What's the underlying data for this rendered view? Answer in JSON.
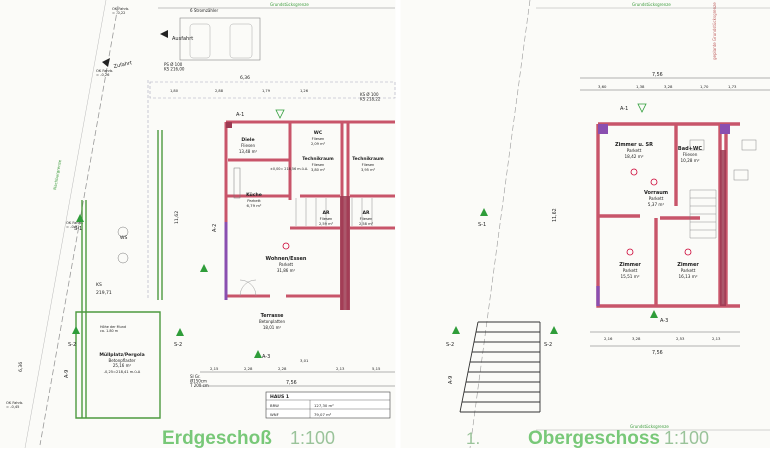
{
  "title_block": {
    "haus": "HAUS 1",
    "row1_label": "BRW",
    "row1_value": "127,30 m²",
    "row2_label": "WNF",
    "row2_value": "79,07 m²"
  },
  "ground_floor": {
    "heading": "Erdgeschoß",
    "scale": "1:100",
    "labels": {
      "stromzaehler": "6 Stromzähler",
      "ausfahrt": "Ausfahrt",
      "zufahrt": "Zufahrt",
      "grundstuecksgrenze": "Grundstücksgrenze",
      "ws": "WS",
      "ks1": "KS",
      "ks1_value": "219,71",
      "ks_top": "PS Ø 100\nKS 216,00",
      "ks_top2": "KS Ø 100\nKS 218,22",
      "nachbar": "Nachbargrenze",
      "hoehe_oben": "OK Fahrb.\n= -0,22",
      "hoehe_mitte": "OK Fahrb.\n= -0,26",
      "hoehe_links": "OK Fahrb.\n= -0,31",
      "hoehe_unten": "OK Fahrb.\n= -0,45",
      "sickerschacht": "Sl Gr.\nØ150cm\nT 200 cm",
      "boeschung": "Höhe der Mund\nca. 1.80 m"
    },
    "rooms": [
      {
        "name": "Diele",
        "floor": "Fliesen",
        "area": "13,48 m²"
      },
      {
        "name": "WC",
        "floor": "Fliesen",
        "area": "2,09 m²"
      },
      {
        "name": "Technikraum",
        "floor": "Fliesen",
        "area": "3,80 m²"
      },
      {
        "name": "Technikraum",
        "floor": "Fliesen",
        "area": "3,95 m²"
      },
      {
        "name": "Küche",
        "floor": "Parkett",
        "area": "6,79 m²"
      },
      {
        "name": "AR",
        "floor": "Fliesen",
        "area": "2,59 m²"
      },
      {
        "name": "AR",
        "floor": "Fliesen",
        "area": "2,58 m²"
      },
      {
        "name": "Wohnen/Essen",
        "floor": "Parkett",
        "area": "31,86 m²"
      },
      {
        "name": "Terrasse",
        "floor": "Betonplatten",
        "area": "18,01 m²"
      },
      {
        "name": "Müllplatz/Pergola",
        "floor": "Betonpflaster",
        "area": "25,16 m²"
      }
    ],
    "muell_extra": "-0,25=218,41 m.ü.A",
    "hoehe_diele": "±0,00= 218,56 m.ü.A.",
    "sections": [
      "A-1",
      "A-2",
      "A-3",
      "S-1",
      "S-2",
      "A-9"
    ],
    "dims": {
      "top_total": "6,36",
      "bottom_total": "7,56",
      "side": "11,62",
      "left_small": "6,36",
      "bottom_parts": [
        "2,15",
        "2,28",
        "2,28",
        "3,01",
        "2,13",
        "5,15"
      ],
      "top_parts": [
        "1,80",
        "2,88",
        "1,79",
        "1,26"
      ]
    }
  },
  "upper_floor": {
    "number": "1.",
    "heading": "Obergeschoss",
    "scale": "1:100",
    "labels": {
      "grundstuecksgrenze_top": "Grundstücksgrenze",
      "grundstuecksgrenze_bottom": "Grundstücksgrenze",
      "nachbar": "geplante Grundstücksgrenze"
    },
    "rooms": [
      {
        "name": "Zimmer u. SR",
        "floor": "Parkett",
        "area": "18,42 m²"
      },
      {
        "name": "Bad+WC",
        "floor": "Fliesen",
        "area": "10,28 m²"
      },
      {
        "name": "Vorraum",
        "floor": "Parkett",
        "area": "5,37 m²"
      },
      {
        "name": "Zimmer",
        "floor": "Parkett",
        "area": "15,51 m²"
      },
      {
        "name": "Zimmer",
        "floor": "Parkett",
        "area": "16,13 m²"
      }
    ],
    "sections": [
      "A-1",
      "A-3",
      "S-1",
      "S-2",
      "A-9"
    ],
    "dims": {
      "top_total": "7,56",
      "bottom_total": "7,56",
      "side": "11,62",
      "top_parts": [
        "3,60",
        "1,38",
        "3,28",
        "1,70",
        "1,73"
      ],
      "bottom_parts": [
        "2,16",
        "3,28",
        "2,53",
        "2,13"
      ]
    }
  },
  "colors": {
    "wall": "#c8556a",
    "wall_fill": "#9c3a52",
    "accent_purple": "#8a4fb0",
    "green_hatch": "#4c9a3f",
    "heading_green": "#78c878",
    "section_green": "#2f9d3a"
  }
}
